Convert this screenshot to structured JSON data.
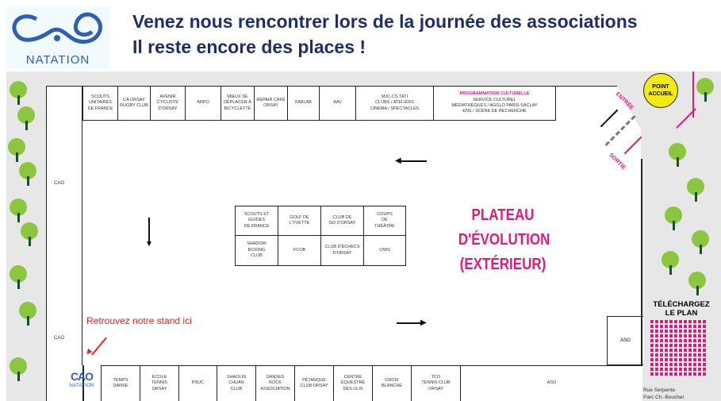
{
  "logo": {
    "text": "CAO",
    "subtitle": "NATATION"
  },
  "header": {
    "line1": "Venez nous rencontrer lors de la journée des associations",
    "line2": "Il reste encore des places !"
  },
  "map": {
    "left_labels": [
      "CAO",
      "CAO"
    ],
    "top_row": [
      "SCOUTS\nUNITAIRES\nDE FRANCE",
      "CA ORSAY\nRUGBY CLUB",
      "AVENIR\nCYCLISTE\nD'ORSAY",
      "ARPO",
      "MIEUX SE\nDÉPLACER À\nBICYCLETTE",
      "REPAIR CAFÉ\nORSAY",
      "FABLAB",
      "AAV",
      "MJC-CS TATI\nCLUBS / ATELIERS\nCINEMA / SPECTACLES"
    ],
    "culture": {
      "title": "PROGRAMMATION CULTURELLE",
      "lines": "SERVICE CULTUREL\nMÉDIATHÈQUES / AGGLO PARIS-SACLAY\nENS / SCÈNE DE RECHERCHE"
    },
    "center_grid": [
      "SCOUTS ET\nGUIDES\nDE FRANCE",
      "GOLF DE\nL'YVETTE",
      "CLUB DE\nGO D'ORSAY",
      "COUPS\nDE\nTHÉÂTRE",
      "SHADOW\nBOXING\nCLUB",
      "FCOB",
      "CLUB D'ÉCHECS\nD'ORSAY",
      "CMIS"
    ],
    "bottom_row": [
      "TEMPS\nDANSE",
      "ÉCOLE\nTENNIS\nORSAY",
      "PSUC",
      "SHAOLIN\nCHUAN\nCLUB",
      "DANSES\nROCK\nASSOCIATION",
      "PÉTANQUE\nCLUB ORSAY",
      "CENTRE\nÉQUESTRE\nDES ULIS",
      "CROIX\nBLANCHE",
      "TCO\nTENNIS CLUB\nORSAY",
      "ASO"
    ],
    "right_aso": "ASO",
    "plateau": "PLATEAU\nD'ÉVOLUTION\n(EXTÉRIEUR)",
    "point_accueil": "POINT\nACCUEIL",
    "entree": "ENTRÉE",
    "sortie": "SORTIE",
    "download": "TÉLÉCHARGEZ\nLE PLAN",
    "address": "Rue Serpente\nParc Ch.-Boucher",
    "stand_hint": "Retrouvez notre stand ici",
    "bottom_logo": {
      "text": "CAO",
      "subtitle": "NATATION"
    }
  },
  "colors": {
    "title": "#1f2d6b",
    "pink": "#e4187c",
    "red": "#e52222",
    "logo": "#2e5fb5"
  }
}
